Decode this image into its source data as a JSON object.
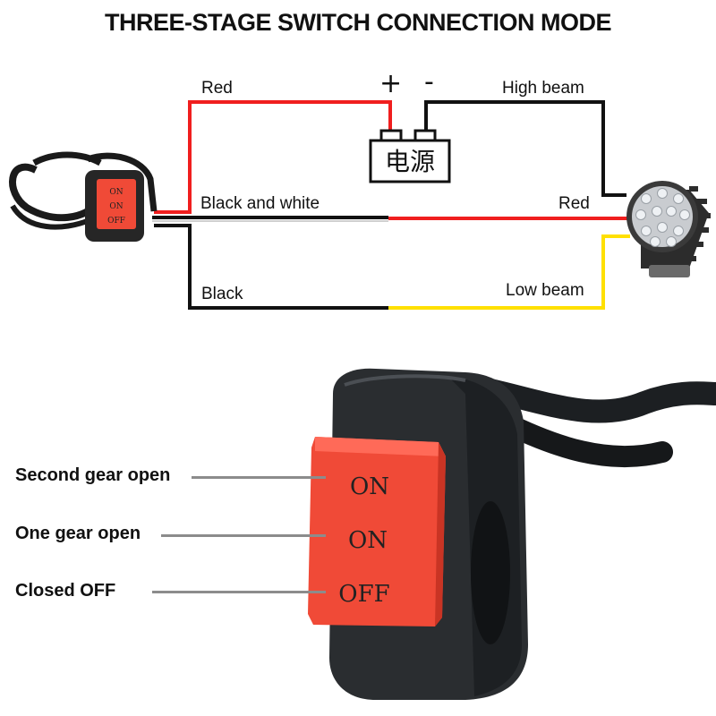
{
  "title": "THREE-STAGE SWITCH CONNECTION MODE",
  "wires": {
    "red": "Red",
    "black_white": "Black and white",
    "black": "Black",
    "high_beam": "High beam",
    "lamp_red": "Red",
    "low_beam": "Low beam"
  },
  "battery": {
    "plus": "+",
    "minus": "-",
    "label": "电源"
  },
  "switch_small": {
    "on1": "ON",
    "on2": "ON",
    "off": "OFF"
  },
  "switch_large": {
    "on1": "ON",
    "on2": "ON",
    "off": "OFF"
  },
  "gears": {
    "second": "Second gear open",
    "one": "One gear open",
    "closed": "Closed OFF"
  },
  "colors": {
    "red_wire": "#f01e1e",
    "yellow_wire": "#ffe000",
    "black_wire": "#111111",
    "switch_red": "#f04a37",
    "switch_body": "#2a2d30"
  }
}
